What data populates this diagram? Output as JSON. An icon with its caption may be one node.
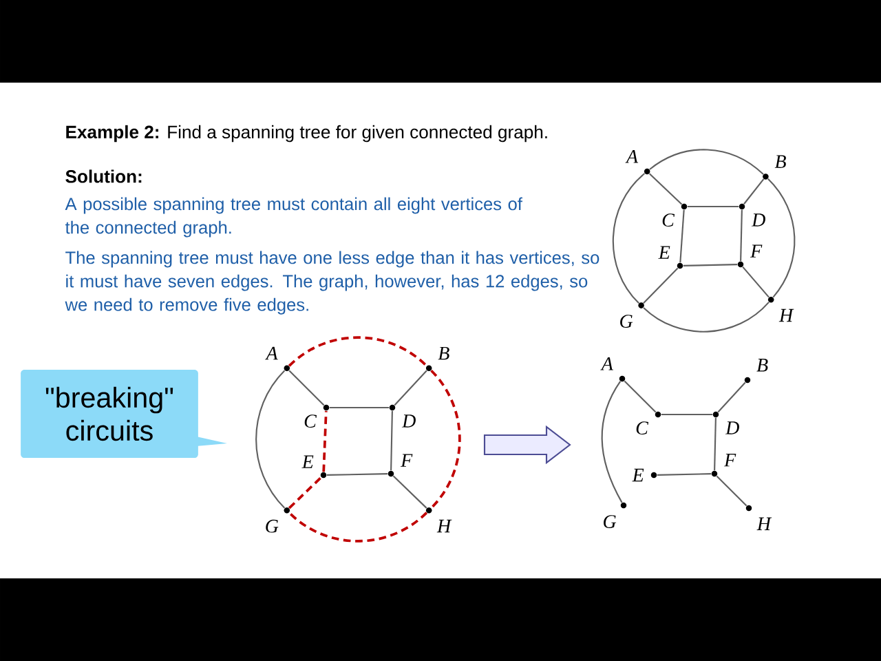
{
  "diagram": {
    "title": "**Example 2:** Find a spanning tree for given connected graph.",
    "nodes": [
      {
        "text": [
          "A"
        ]
      },
      {
        "text": [
          "B"
        ]
      },
      {
        "text": [
          "C"
        ]
      },
      {
        "text": [
          "D"
        ]
      },
      {
        "text": [
          "E"
        ]
      },
      {
        "text": [
          "F"
        ]
      },
      {
        "text": [
          "G"
        ]
      },
      {
        "text": [
          "H"
        ]
      },
      {
        "text": [
          "A"
        ]
      },
      {
        "text": [
          "B"
        ]
      },
      {
        "text": [
          "C"
        ]
      },
      {
        "text": [
          "D"
        ]
      },
      {
        "text": [
          "E"
        ]
      },
      {
        "text": [
          "F"
        ]
      },
      {
        "text": [
          "G"
        ]
      },
      {
        "text": [
          "H"
        ]
      },
      {
        "text": [
          "A"
        ]
      },
      {
        "text": [
          "B"
        ]
      },
      {
        "text": [
          "C"
        ]
      },
      {
        "text": [
          "D"
        ]
      },
      {
        "text": [
          "E"
        ]
      },
      {
        "text": [
          "F"
        ]
      },
      {
        "text": [
          "G"
        ]
      },
      {
        "text": [
          "H"
        ]
      },
      {
        "text": [
          "\"breaking\" circuits"
        ]
      }
    ],
    "edges": [
      {
        "from": 0,
        "to": 1,
        "arrow": "none"
      },
      {
        "from": 1,
        "to": 7,
        "arrow": "none"
      },
      {
        "from": 7,
        "to": 6,
        "arrow": "none"
      },
      {
        "from": 6,
        "to": 0,
        "arrow": "none"
      },
      {
        "from": 0,
        "to": 2,
        "arrow": "none"
      },
      {
        "from": 1,
        "to": 3,
        "arrow": "none"
      },
      {
        "from": 6,
        "to": 4,
        "arrow": "none"
      },
      {
        "from": 7,
        "to": 5,
        "arrow": "none"
      },
      {
        "from": 2,
        "to": 3,
        "arrow": "none"
      },
      {
        "from": 3,
        "to": 5,
        "arrow": "none"
      },
      {
        "from": 5,
        "to": 4,
        "arrow": "none"
      },
      {
        "from": 4,
        "to": 2,
        "arrow": "none"
      },
      {
        "from": 8,
        "to": 9,
        "arrow": "none",
        "style": "dashed",
        "color": "#c00000"
      },
      {
        "from": 9,
        "to": 15,
        "arrow": "none",
        "style": "dashed",
        "color": "#c00000"
      },
      {
        "from": 15,
        "to": 14,
        "arrow": "none",
        "style": "dashed",
        "color": "#c00000"
      },
      {
        "from": 14,
        "to": 8,
        "arrow": "none"
      },
      {
        "from": 8,
        "to": 10,
        "arrow": "none"
      },
      {
        "from": 9,
        "to": 11,
        "arrow": "none"
      },
      {
        "from": 14,
        "to": 12,
        "arrow": "none",
        "style": "dashed",
        "color": "#c00000"
      },
      {
        "from": 15,
        "to": 13,
        "arrow": "none"
      },
      {
        "from": 10,
        "to": 11,
        "arrow": "none"
      },
      {
        "from": 11,
        "to": 13,
        "arrow": "none"
      },
      {
        "from": 13,
        "to": 12,
        "arrow": "none"
      },
      {
        "from": 12,
        "to": 10,
        "arrow": "none",
        "style": "dashed",
        "color": "#c00000"
      },
      {
        "from": 16,
        "to": 22,
        "arrow": "none"
      },
      {
        "from": 16,
        "to": 18,
        "arrow": "none"
      },
      {
        "from": 18,
        "to": 19,
        "arrow": "none"
      },
      {
        "from": 17,
        "to": 19,
        "arrow": "none"
      },
      {
        "from": 19,
        "to": 21,
        "arrow": "none"
      },
      {
        "from": 20,
        "to": 21,
        "arrow": "none"
      },
      {
        "from": 21,
        "to": 23,
        "arrow": "none"
      }
    ],
    "labels": [
      "Solution:",
      "A possible spanning tree must contain all eight vertices of the connected graph.",
      "The spanning tree must have one less edge than it has vertices, so it must have seven edges. The graph, however, has 12 edges, so we need to remove five edges."
    ]
  }
}
